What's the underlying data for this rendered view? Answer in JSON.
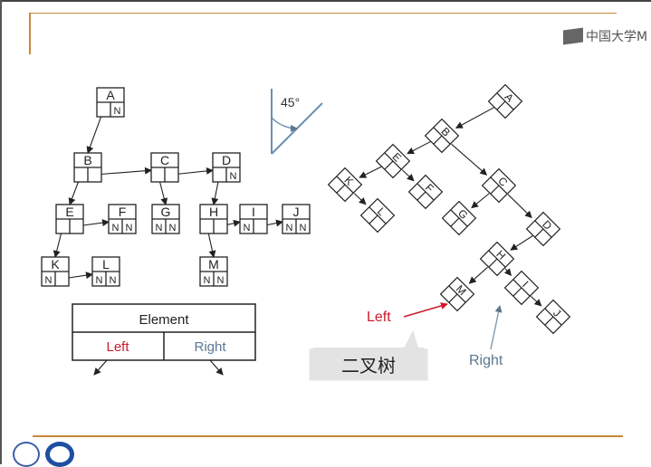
{
  "logo_text": "中国大学M",
  "angle_label": "45°",
  "left_tree": {
    "nodes": [
      "A",
      "B",
      "C",
      "D",
      "E",
      "F",
      "G",
      "H",
      "I",
      "J",
      "K",
      "L",
      "M"
    ],
    "link_flags": {
      "A": [
        "",
        "N"
      ],
      "B": [
        "",
        ""
      ],
      "C": [
        "",
        ""
      ],
      "D": [
        "",
        "N"
      ],
      "E": [
        "",
        ""
      ],
      "F": [
        "N",
        "N"
      ],
      "G": [
        "N",
        "N"
      ],
      "H": [
        "",
        ""
      ],
      "I": [
        "N",
        ""
      ],
      "J": [
        "N",
        "N"
      ],
      "K": [
        "N",
        ""
      ],
      "L": [
        "N",
        "N"
      ],
      "M": [
        "N",
        "N"
      ]
    }
  },
  "legend": {
    "element": "Element",
    "left": "Left",
    "right": "Right"
  },
  "right_tree": {
    "nodes": [
      "A",
      "B",
      "C",
      "D",
      "E",
      "F",
      "G",
      "H",
      "I",
      "J",
      "K",
      "L",
      "M"
    ]
  },
  "annotations": {
    "left": "Left",
    "right": "Right",
    "caption": "二叉树"
  },
  "colors": {
    "accent": "#c9883a",
    "left": "#cc1a2b",
    "right": "#5b7890"
  }
}
